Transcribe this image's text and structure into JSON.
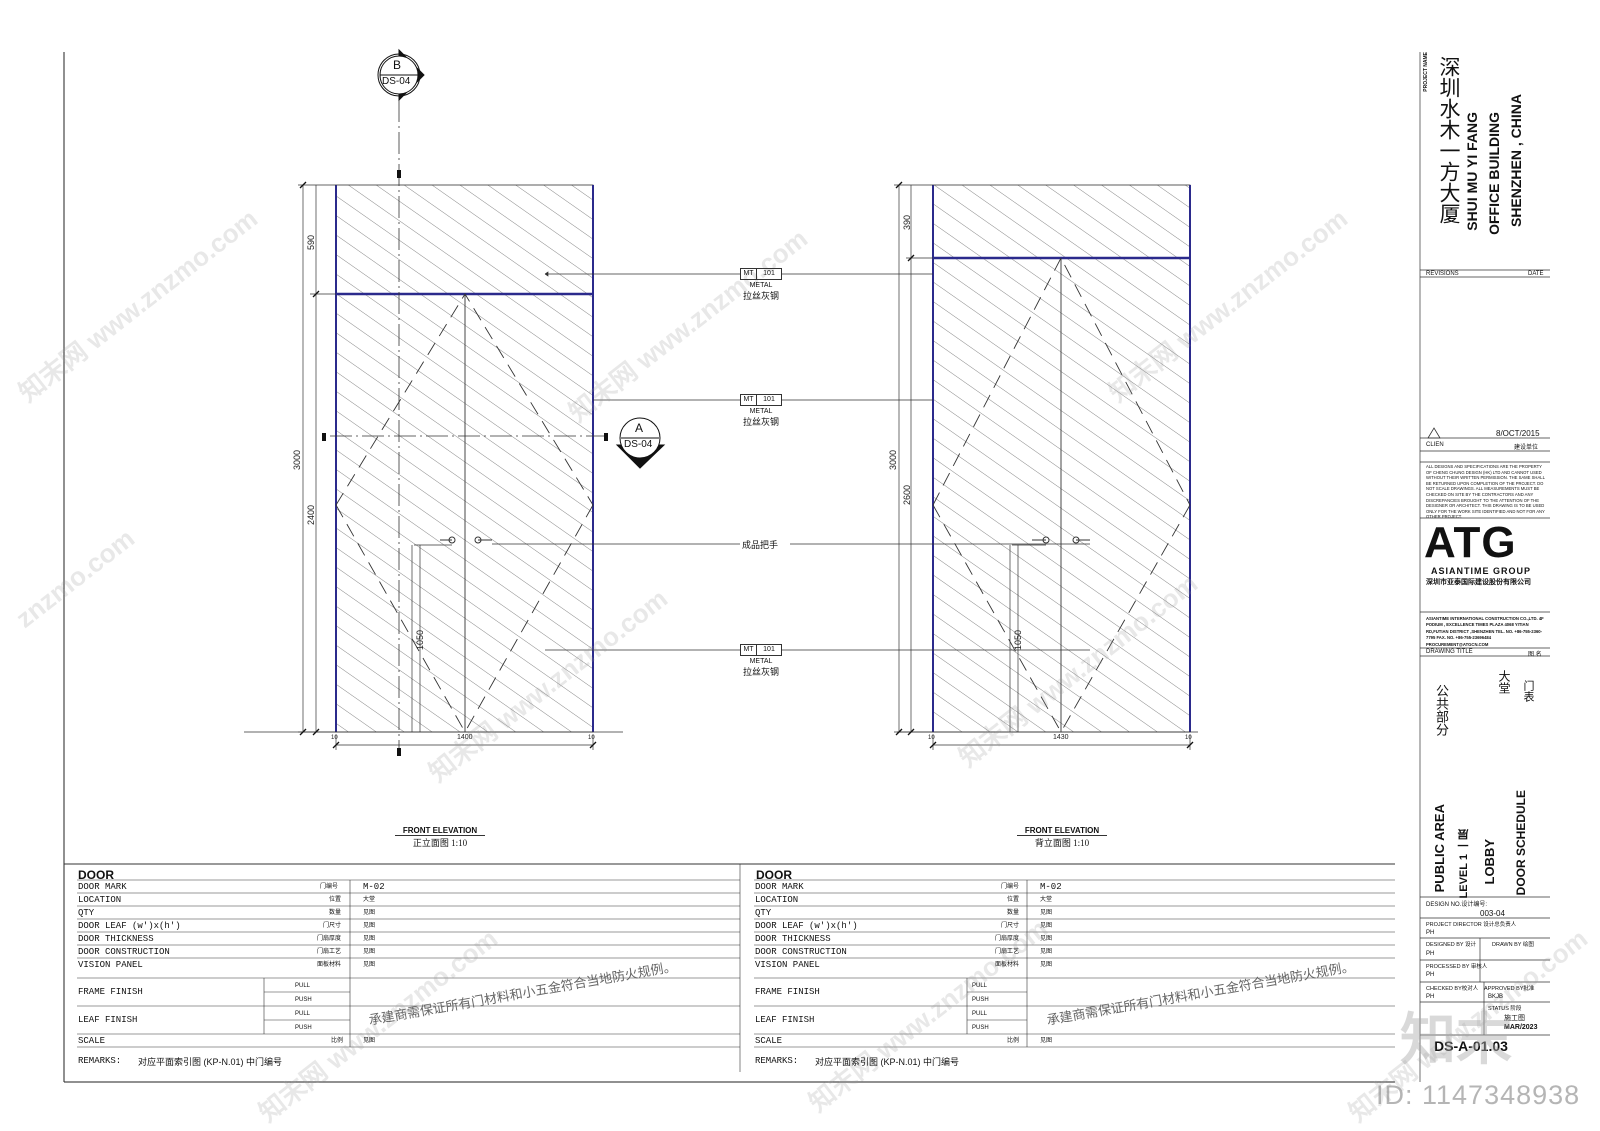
{
  "markers": {
    "section_b": {
      "letter": "B",
      "ref": "DS-04"
    },
    "section_a": {
      "letter": "A",
      "ref": "DS-04"
    }
  },
  "elevations": {
    "front": {
      "title_en": "FRONT ELEVATION",
      "title_cn": "正立面图 1:10",
      "dim_width": "1400",
      "dim_height_total": "3000",
      "dim_top": "590",
      "dim_door": "2400",
      "dim_handle": "1050",
      "dim_small": "10"
    },
    "back": {
      "title_en": "FRONT ELEVATION",
      "title_cn": "背立面图 1:10",
      "dim_width": "1430",
      "dim_height_total": "3000",
      "dim_top": "390",
      "dim_door": "2600",
      "dim_handle": "1050",
      "dim_small": "10"
    }
  },
  "callouts": [
    {
      "code": "MT",
      "num": "101",
      "en": "METAL",
      "cn": "拉丝灰钢"
    },
    {
      "code": "MT",
      "num": "101",
      "en": "METAL",
      "cn": "拉丝灰钢"
    },
    {
      "text": "成品把手"
    },
    {
      "code": "MT",
      "num": "101",
      "en": "METAL",
      "cn": "拉丝灰钢"
    }
  ],
  "schedule": {
    "heading": "DOOR",
    "rows": [
      {
        "en": "DOOR MARK",
        "cn": "门编号",
        "value": "M-02"
      },
      {
        "en": "LOCATION",
        "cn": "位置",
        "value": "大堂"
      },
      {
        "en": "QTY",
        "cn": "数量",
        "value": "见图"
      },
      {
        "en": "DOOR LEAF (w')x(h')",
        "cn": "门尺寸",
        "value": "见图"
      },
      {
        "en": "DOOR THICKNESS",
        "cn": "门扇厚度",
        "value": "见图"
      },
      {
        "en": "DOOR CONSTRUCTION",
        "cn": "门扇工艺",
        "value": "见图"
      },
      {
        "en": "VISION PANEL",
        "cn": "面板材料",
        "value": "见图"
      }
    ],
    "frame_finish": "FRAME FINISH",
    "leaf_finish": "LEAF FINISH",
    "pull": "PULL",
    "push": "PUSH",
    "scale_en": "SCALE",
    "scale_cn": "比例",
    "scale_value": "见图",
    "note": "承建商需保证所有门材料和小五金符合当地防火规例。",
    "remarks_label": "REMARKS:",
    "remarks_text": "对应平面索引图 (KP-N.01) 中门编号"
  },
  "title_block": {
    "project_name_label": "PROJECT NAME",
    "project_cn": "深圳水木一方大厦",
    "project_en_1": "SHUI MU YI FANG",
    "project_en_2": "OFFICE BUILDING",
    "project_en_3": "SHENZHEN , CHINA",
    "revisions": "REVISIONS",
    "date": "DATE",
    "rev_date": "8/OCT/2015",
    "client": "CLIEN",
    "client_cn": "建设单位",
    "disclaimer": "ALL DESIGNS AND SPECIFICATIONS ARE THE PROPERTY OF CHENG CHUNG DESIGN (HK) LTD AND CANNOT USED WITHOUT THEIR WRITTEN PERMISSION. THE SAME SHALL BE RETURNED UPON COMPLETION OF THE PROJECT. DO NOT SCALE DRAWINGS. ALL MEASUREMENTS MUST BE CHECKED ON SITE BY THE CONTRACTORS AND ANY DISCREPANCIES BROUGHT TO THE ATTENTION OF THE DESIGNER OR ARCHITECT. THIS DRAWING IS TO BE USED ONLY FOR THE WORK SITE IDENTIFIED AND NOT FOR ANY OTHER PROJECT.",
    "logo": "ATG",
    "logo_sub": "ASIANTIME GROUP",
    "logo_cn": "深圳市亚泰国际建设股份有限公司",
    "company_address": "ASIANTIME INTERNATIONAL CONSTRUCTION CO.,LTD. 4F PODIUM , EXCELLENCE TIMES PLAZA 4068 YITIAN RD,FUTIAN DISTRICT ,SHENZHEN TEL. NO. +86-755-2360-7795 FAX. NO. +86-755-23696484 PROCUREMENT@ATGCN.COM",
    "drawing_title": "DRAWING TITLE",
    "drawing_title_cn": "图 名",
    "title_cn_1": "公共部分",
    "title_cn_2": "大堂",
    "title_cn_3": "门表",
    "title_en_1": "PUBLIC AREA",
    "title_en_2": "LEVEL 1 一层",
    "title_en_3": "LOBBY",
    "title_en_4": "DOOR SCHEDULE",
    "design_no_label": "DESIGN NO.设计编号:",
    "design_no": "003-04",
    "project_director": "PROJECT DIRECTOR  设计总负责人",
    "designed_by": "DESIGNED BY  设计",
    "drawn_by": "DRAWN BY  绘图",
    "processed_by": "PROCESSED BY  审核人",
    "checked_by": "CHECKED BY校对人",
    "approved_by": "APPROVED BY批准",
    "status": "STATUS  阶段",
    "status_value": "施工图",
    "ph": "PH",
    "bkjb": "BKJB",
    "date_value": "MAR/2023",
    "drawing_no": "DS-A-01.03"
  },
  "watermark": {
    "site": "知末网 www.znzmo.com",
    "site2": "znzmo.com",
    "brand": "知末",
    "id": "ID: 1147348938"
  },
  "colors": {
    "line": "#1a1a1a",
    "frame_blue": "#2b2a8c",
    "hatch": "#6b6b6b"
  }
}
